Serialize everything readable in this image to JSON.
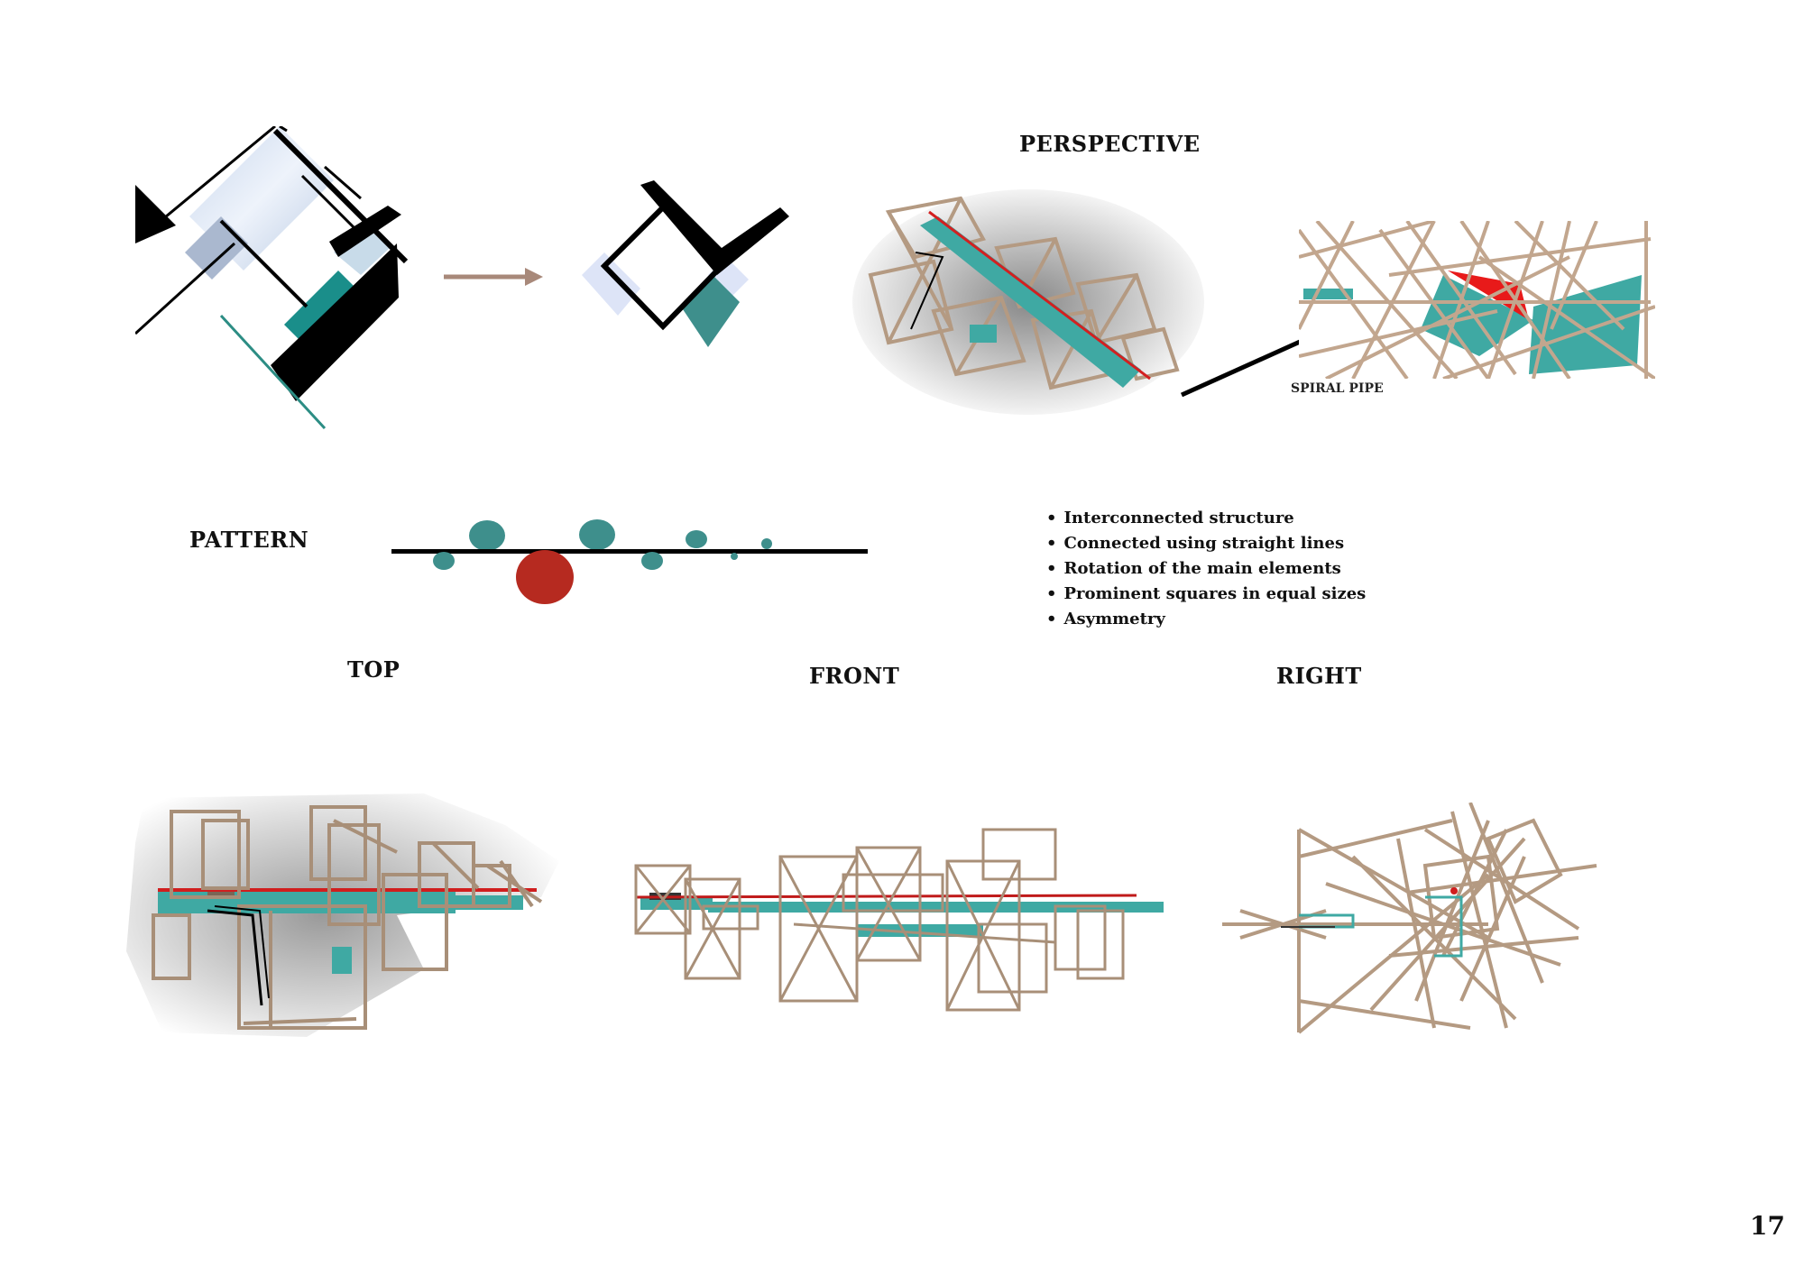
{
  "headings": {
    "perspective": "PERSPECTIVE",
    "pattern": "PATTERN",
    "top": "TOP",
    "front": "FRONT",
    "right": "RIGHT"
  },
  "callout": "SPIRAL PIPE",
  "bullets": [
    "Interconnected structure",
    "Connected using straight lines",
    "Rotation of the main elements",
    "Prominent squares in equal sizes",
    "Asymmetry"
  ],
  "page_number": "17",
  "colors": {
    "wood": "#b49a82",
    "teal": "#3e9b95",
    "teal_light": "#4fb9b1",
    "red": "#b62a20",
    "pale_blue": "#dde4f7",
    "black": "#000000"
  }
}
